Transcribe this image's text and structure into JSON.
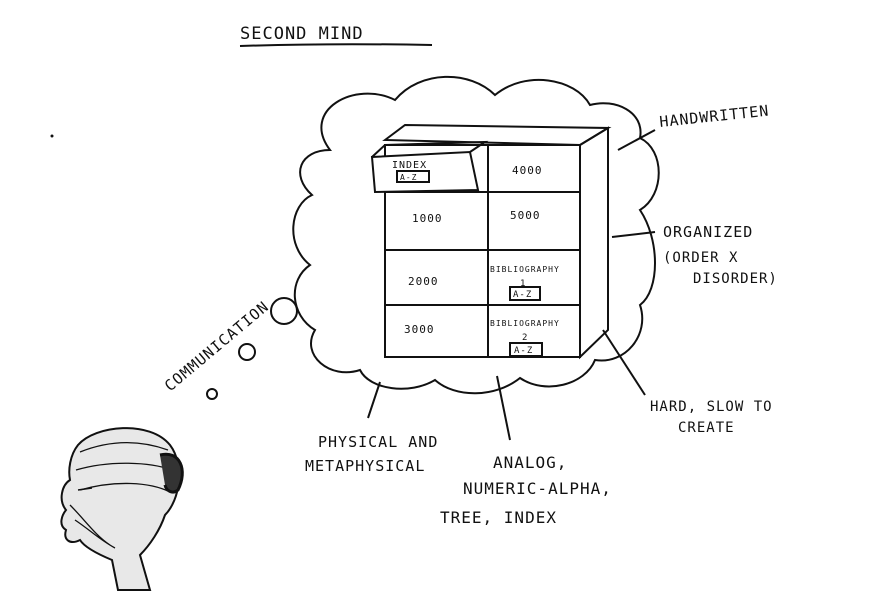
{
  "title": "SECOND MIND",
  "thought_label": "COMMUNICATION",
  "cabinet": {
    "index_label": "INDEX",
    "index_tag": "A-Z",
    "cells": {
      "n1000": "1000",
      "n2000": "2000",
      "n3000": "3000",
      "n4000": "4000",
      "n5000": "5000",
      "bib1_title": "BIBLIOGRAPHY",
      "bib1_num": "1",
      "bib1_tag": "A-Z",
      "bib2_title": "BIBLIOGRAPHY",
      "bib2_num": "2",
      "bib2_tag": "A-Z"
    }
  },
  "annotations": {
    "handwritten": "HANDWRITTEN",
    "organized": "ORGANIZED",
    "order_line1": "(ORDER X",
    "order_line2": "DISORDER)",
    "hard_line1": "HARD, SLOW TO",
    "hard_line2": "CREATE",
    "physical_line1": "PHYSICAL AND",
    "physical_line2": "METAPHYSICAL",
    "analog_line1": "ANALOG,",
    "analog_line2": "NUMERIC-ALPHA,",
    "analog_line3": "TREE, INDEX"
  }
}
